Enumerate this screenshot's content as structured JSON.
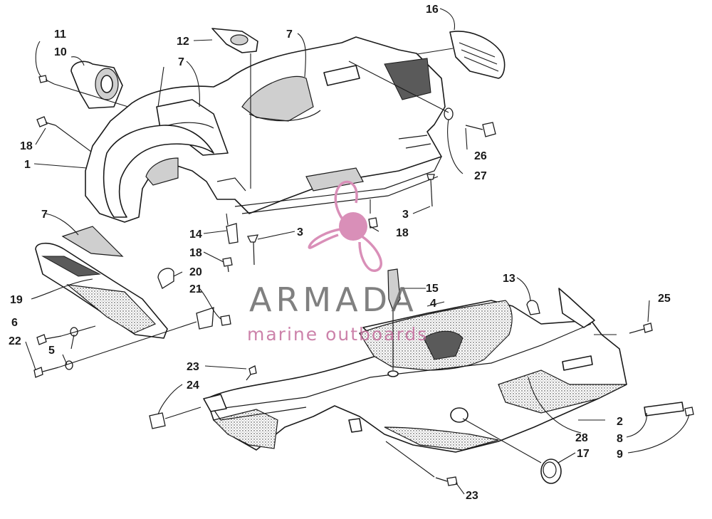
{
  "watermark": {
    "brand": "ARMADA",
    "tagline": "marine outboards",
    "logo_color": "#d98fb8"
  },
  "callouts": [
    "1",
    "2",
    "3",
    "4",
    "5",
    "6",
    "7",
    "8",
    "9",
    "10",
    "11",
    "12",
    "13",
    "14",
    "15",
    "16",
    "17",
    "18",
    "19",
    "20",
    "21",
    "22",
    "23",
    "24",
    "25",
    "26",
    "27",
    "28"
  ]
}
